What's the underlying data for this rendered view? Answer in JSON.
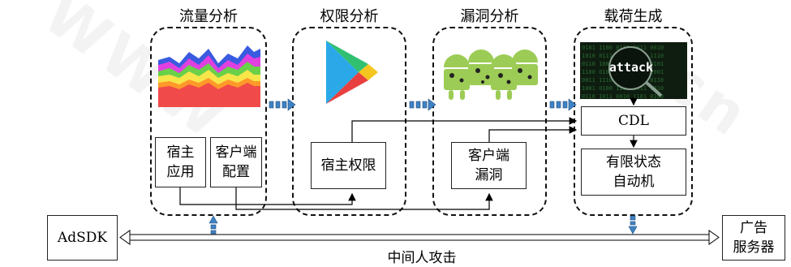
{
  "stages": [
    {
      "title": "流量分析",
      "icon": "stacked-area-chart-icon"
    },
    {
      "title": "权限分析",
      "icon": "google-play-icon"
    },
    {
      "title": "漏洞分析",
      "icon": "android-bug-icon"
    },
    {
      "title": "载荷生成",
      "icon": "attack-code-icon"
    }
  ],
  "boxes": {
    "host_app": [
      "宿主",
      "应用"
    ],
    "client_config": [
      "客户端",
      "配置"
    ],
    "host_permission": "宿主权限",
    "client_vuln": [
      "客户端",
      "漏洞"
    ],
    "cdl": "CDL",
    "fsm": [
      "有限状态",
      "自动机"
    ]
  },
  "endpoints": {
    "adsdk": "AdSDK",
    "ad_server": [
      "广告",
      "服务器"
    ]
  },
  "mitm_label": "中间人攻击",
  "attack_image_text": "attack",
  "colors": {
    "flow_arrow": "#3f82c4",
    "area_red": "#f04a4a",
    "area_orange": "#ff9a2a",
    "area_yellow": "#f6e64a",
    "area_green": "#6ad04a",
    "area_magenta": "#e040e0",
    "area_blue": "#3a5ae0",
    "android_green": "#9ccc55"
  }
}
